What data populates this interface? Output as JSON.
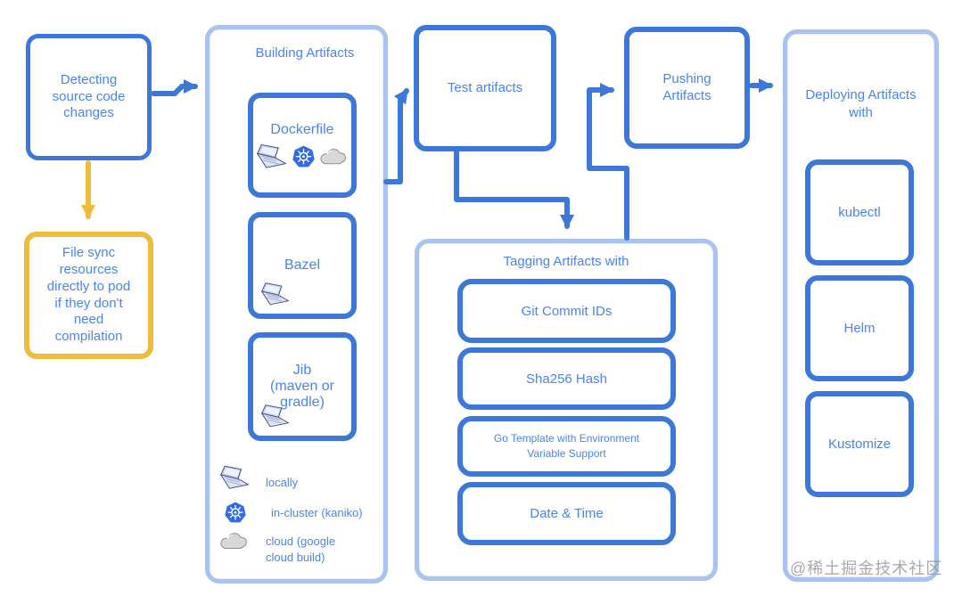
{
  "colors": {
    "primary_blue": "#3c78d8",
    "container_blue": "#a9c3ee",
    "text_blue": "#4a86e8",
    "accent_yellow": "#edbc3a",
    "kubernetes_blue": "#326ce5",
    "cloud_gray": "#d8d8d8",
    "watermark_gray": "#8c8c8c"
  },
  "nodes": {
    "detecting": {
      "label": "Detecting source code changes"
    },
    "file_sync": {
      "label": "File sync resources directly to pod if they don't need compilation"
    },
    "test": {
      "label": "Test artifacts"
    },
    "pushing": {
      "label": "Pushing Artifacts"
    }
  },
  "building": {
    "title": "Building Artifacts",
    "items": [
      {
        "label": "Dockerfile",
        "icons": [
          "laptop-icon",
          "kubernetes-icon",
          "cloud-icon"
        ]
      },
      {
        "label": "Bazel",
        "icons": [
          "laptop-icon"
        ]
      },
      {
        "label": "Jib (maven or gradle)",
        "icons": [
          "laptop-icon"
        ]
      }
    ],
    "legend": [
      {
        "icon": "laptop-icon",
        "label": "locally"
      },
      {
        "icon": "kubernetes-icon",
        "label": "in-cluster (kaniko)"
      },
      {
        "icon": "cloud-icon",
        "label": "cloud (google cloud build)"
      }
    ]
  },
  "tagging": {
    "title": "Tagging Artifacts with",
    "items": [
      {
        "label": "Git Commit IDs"
      },
      {
        "label": "Sha256 Hash"
      },
      {
        "label": "Go Template with Environment Variable Support"
      },
      {
        "label": "Date & Time"
      }
    ]
  },
  "deploying": {
    "title": "Deploying Artifacts with",
    "items": [
      {
        "label": "kubectl"
      },
      {
        "label": "Helm"
      },
      {
        "label": "Kustomize"
      }
    ]
  },
  "watermark": "@稀土掘金技术社区"
}
